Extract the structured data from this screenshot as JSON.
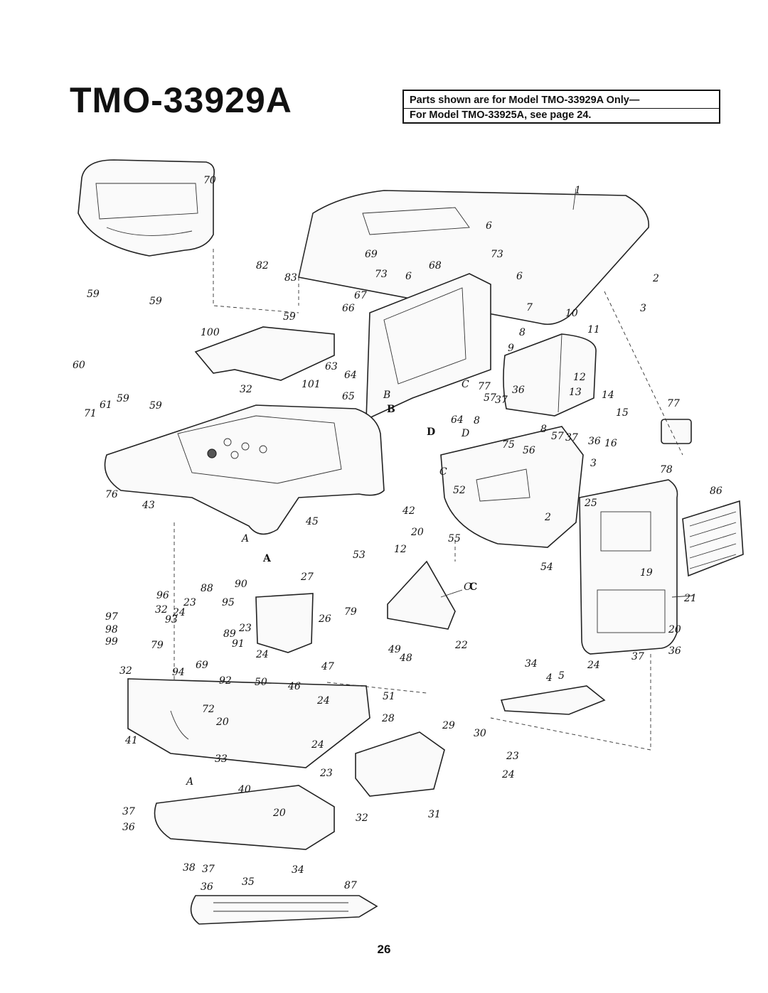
{
  "header": {
    "model_title": "TMO-33929A",
    "notice_line1": "Parts shown are for Model TMO-33929A Only—",
    "notice_line2": "For Model TMO-33925A, see page 24."
  },
  "diagram": {
    "part_labels": [
      "70",
      "1",
      "6",
      "73",
      "69",
      "68",
      "73",
      "6",
      "6",
      "82",
      "83",
      "67",
      "66",
      "7",
      "10",
      "59",
      "59",
      "59",
      "100",
      "11",
      "8",
      "9",
      "60",
      "63",
      "64",
      "101",
      "65",
      "12",
      "13",
      "36",
      "14",
      "B",
      "77",
      "57",
      "37",
      "C",
      "32",
      "61",
      "59",
      "59",
      "71",
      "64",
      "8",
      "D",
      "15",
      "16",
      "77",
      "75",
      "56",
      "8",
      "57",
      "37",
      "36",
      "3",
      "78",
      "76",
      "43",
      "45",
      "A",
      "42",
      "52",
      "C",
      "2",
      "25",
      "86",
      "20",
      "55",
      "53",
      "12",
      "54",
      "19",
      "27",
      "96",
      "88",
      "90",
      "23",
      "32",
      "24",
      "93",
      "95",
      "97",
      "98",
      "99",
      "26",
      "79",
      "C",
      "21",
      "89",
      "23",
      "79",
      "91",
      "69",
      "24",
      "49",
      "48",
      "22",
      "20",
      "36",
      "37",
      "34",
      "4",
      "5",
      "24",
      "32",
      "94",
      "92",
      "50",
      "47",
      "46",
      "24",
      "51",
      "72",
      "20",
      "28",
      "29",
      "30",
      "41",
      "24",
      "23",
      "33",
      "23",
      "A",
      "40",
      "24",
      "37",
      "20",
      "36",
      "32",
      "31",
      "38",
      "37",
      "34",
      "36",
      "35",
      "87",
      "2",
      "3"
    ],
    "section_letters": [
      "A",
      "B",
      "C",
      "D"
    ]
  },
  "footer": {
    "page_number": "26"
  }
}
